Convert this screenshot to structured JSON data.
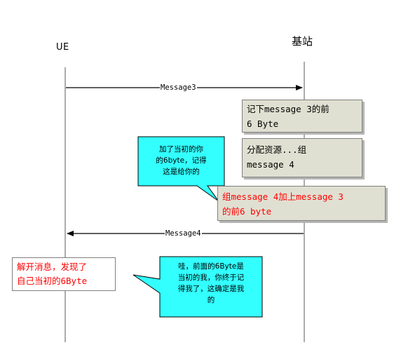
{
  "actors": {
    "ue": "UE",
    "enb": "基站"
  },
  "messages": {
    "msg3": "Message3",
    "msg4": "Message4"
  },
  "notes": {
    "record": "记下message 3的前\n6 Byte",
    "allocate": "分配资源...组\nmessage 4",
    "assemble": "组message 4加上message 3\n的前6 byte",
    "decode": "解开消息，发现了\n自己当初的6Byte"
  },
  "callouts": {
    "enb_thought": "加了当初的你\n的6byte，记得\n这是给你的",
    "ue_thought": "哇，前面的6Byte是\n当初的我，你终于记\n得我了，这确定是我\n的"
  },
  "colors": {
    "line": "#000000",
    "lifeline": "#808080",
    "note_fill": "#e0e0d2",
    "note_shadow": "#b5b5b5",
    "callout_fill": "#33ffff",
    "red_text": "#ff0000"
  }
}
